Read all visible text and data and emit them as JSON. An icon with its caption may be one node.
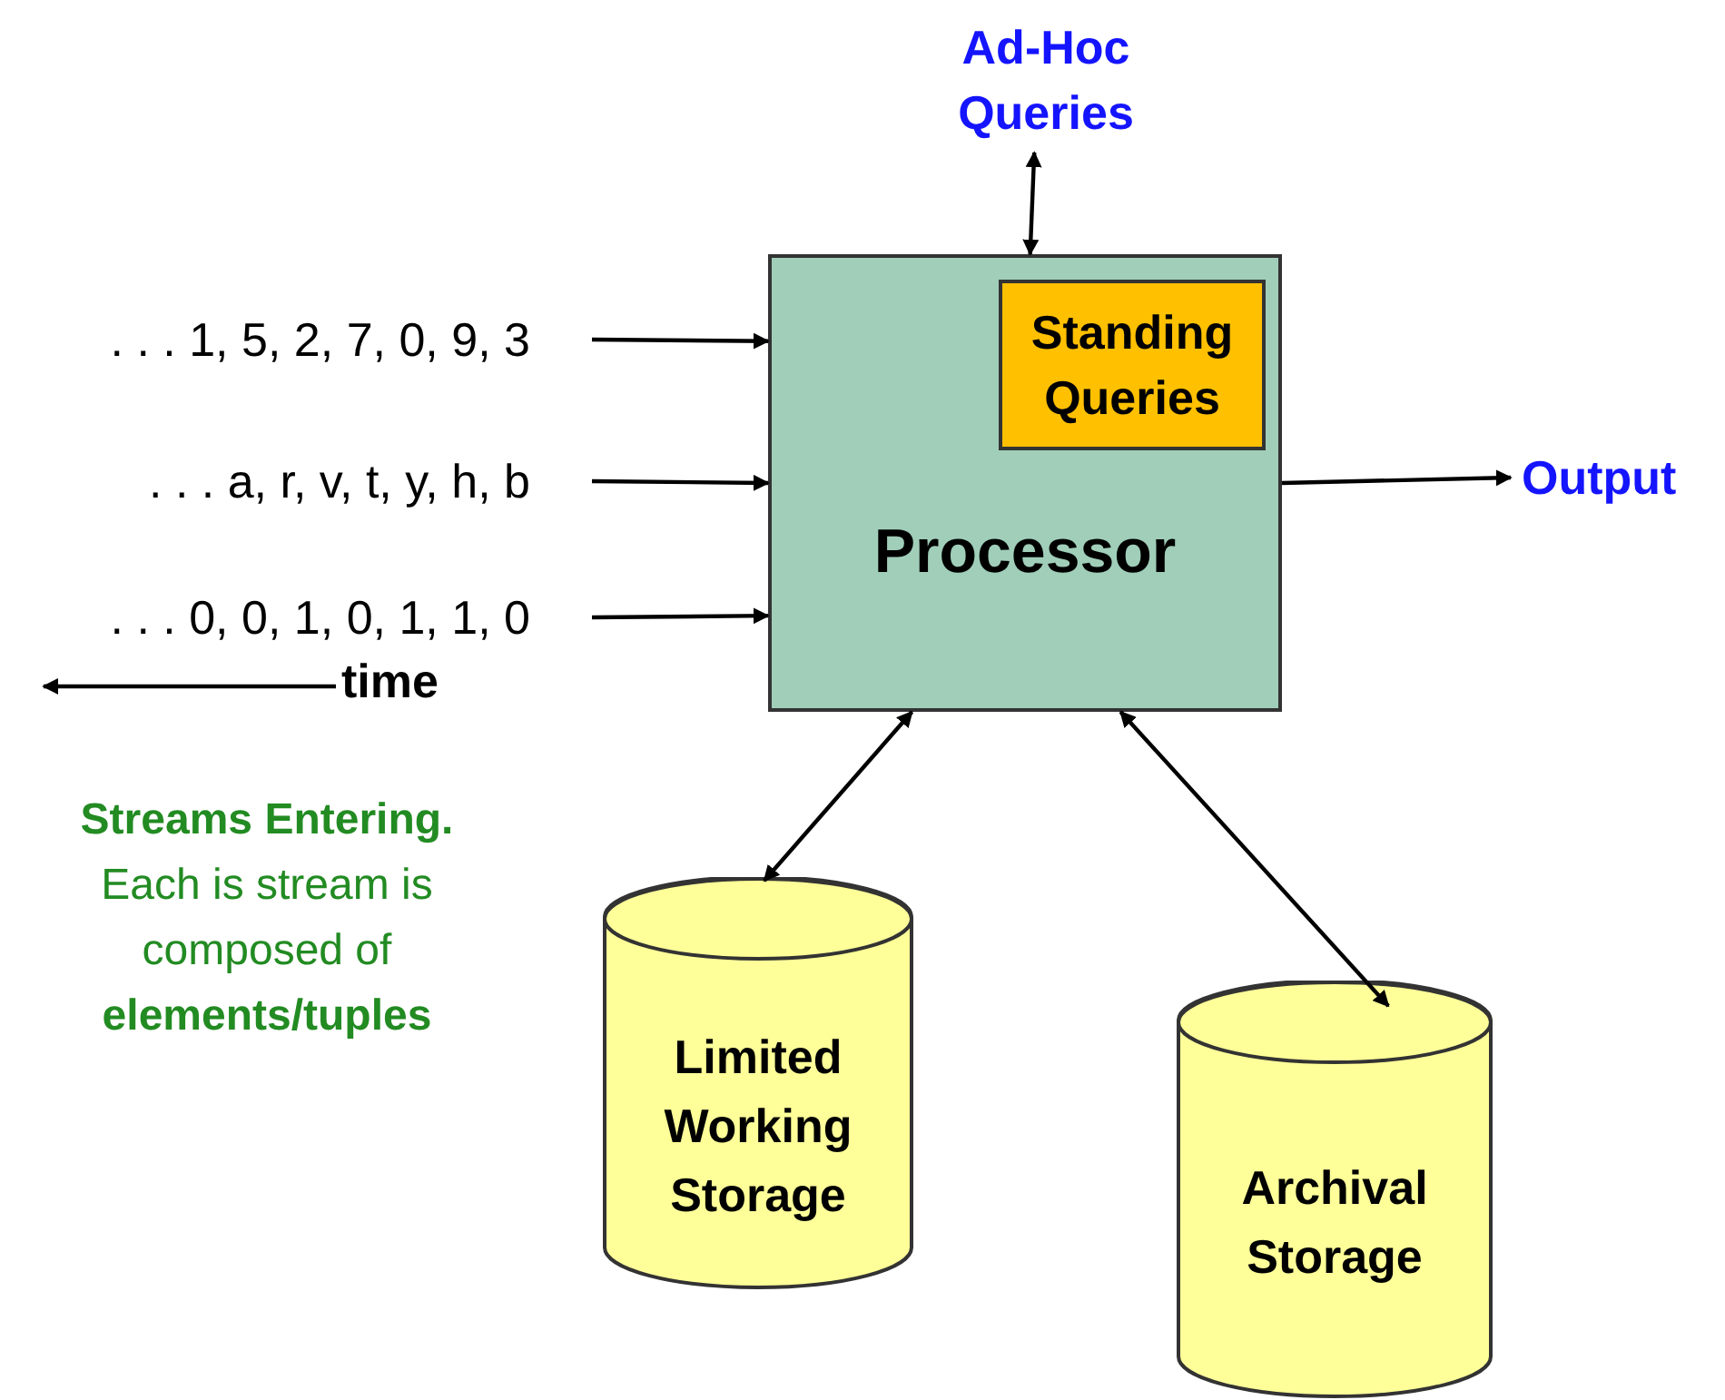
{
  "diagram": {
    "nodes": [
      {
        "text": [
          "Ad-Hoc Queries"
        ]
      },
      {
        "text": [
          "Processor"
        ]
      },
      {
        "text": [
          "Standing Queries"
        ],
        "in": 1
      },
      {
        "text": [
          ". . . 1, 5, 2, 7, 0, 9, 3"
        ]
      },
      {
        "text": [
          ". . . a, r, v, t, y, h, b"
        ]
      },
      {
        "text": [
          ". . . 0, 0, 1, 0, 1, 1, 0"
        ]
      },
      {
        "text": [
          "Output"
        ]
      },
      {
        "text": [
          "Limited Working Storage"
        ]
      },
      {
        "text": [
          "Archival Storage"
        ]
      }
    ],
    "edges": [
      {
        "from": 0,
        "to": 1,
        "arrow": "both"
      },
      {
        "from": 3,
        "to": 1,
        "arrow": "to"
      },
      {
        "from": 4,
        "to": 1,
        "arrow": "to"
      },
      {
        "from": 5,
        "to": 1,
        "arrow": "to"
      },
      {
        "from": 1,
        "to": 6,
        "arrow": "to"
      },
      {
        "from": 1,
        "to": 7,
        "arrow": "both"
      },
      {
        "from": 1,
        "to": 8,
        "arrow": "both"
      }
    ],
    "labels": [
      "time",
      "**Streams Entering.** Each is stream is composed of **elements/tuples**"
    ]
  }
}
